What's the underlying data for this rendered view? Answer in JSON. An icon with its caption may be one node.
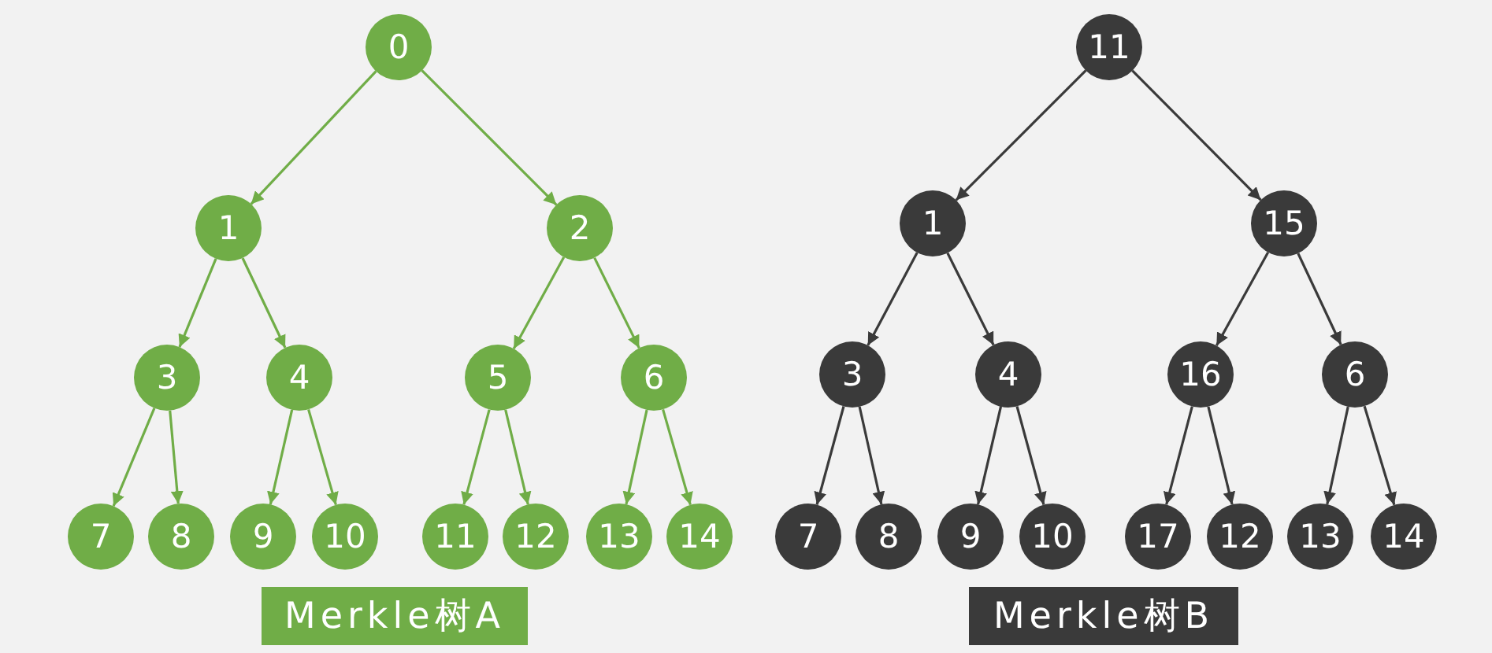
{
  "diagram": {
    "nodes": [
      {
        "text": [
          "0"
        ]
      },
      {
        "text": [
          "1"
        ]
      },
      {
        "text": [
          "2"
        ]
      },
      {
        "text": [
          "3"
        ]
      },
      {
        "text": [
          "4"
        ]
      },
      {
        "text": [
          "5"
        ]
      },
      {
        "text": [
          "6"
        ]
      },
      {
        "text": [
          "7"
        ]
      },
      {
        "text": [
          "8"
        ]
      },
      {
        "text": [
          "9"
        ]
      },
      {
        "text": [
          "10"
        ]
      },
      {
        "text": [
          "11"
        ]
      },
      {
        "text": [
          "12"
        ]
      },
      {
        "text": [
          "13"
        ]
      },
      {
        "text": [
          "14"
        ]
      },
      {
        "text": [
          "11"
        ]
      },
      {
        "text": [
          "1"
        ]
      },
      {
        "text": [
          "15"
        ]
      },
      {
        "text": [
          "3"
        ]
      },
      {
        "text": [
          "4"
        ]
      },
      {
        "text": [
          "16"
        ]
      },
      {
        "text": [
          "6"
        ]
      },
      {
        "text": [
          "7"
        ]
      },
      {
        "text": [
          "8"
        ]
      },
      {
        "text": [
          "9"
        ]
      },
      {
        "text": [
          "10"
        ]
      },
      {
        "text": [
          "17"
        ]
      },
      {
        "text": [
          "12"
        ]
      },
      {
        "text": [
          "13"
        ]
      },
      {
        "text": [
          "14"
        ]
      },
      {
        "text": [
          "Merkle树A"
        ]
      },
      {
        "text": [
          "Merkle树B"
        ]
      }
    ],
    "edges": [
      {
        "from": 0,
        "to": 1,
        "arrow": "to"
      },
      {
        "from": 0,
        "to": 2,
        "arrow": "to"
      },
      {
        "from": 1,
        "to": 3,
        "arrow": "to"
      },
      {
        "from": 1,
        "to": 4,
        "arrow": "to"
      },
      {
        "from": 2,
        "to": 5,
        "arrow": "to"
      },
      {
        "from": 2,
        "to": 6,
        "arrow": "to"
      },
      {
        "from": 3,
        "to": 7,
        "arrow": "to"
      },
      {
        "from": 3,
        "to": 8,
        "arrow": "to"
      },
      {
        "from": 4,
        "to": 9,
        "arrow": "to"
      },
      {
        "from": 4,
        "to": 10,
        "arrow": "to"
      },
      {
        "from": 5,
        "to": 11,
        "arrow": "to"
      },
      {
        "from": 5,
        "to": 12,
        "arrow": "to"
      },
      {
        "from": 6,
        "to": 13,
        "arrow": "to"
      },
      {
        "from": 6,
        "to": 14,
        "arrow": "to"
      },
      {
        "from": 15,
        "to": 16,
        "arrow": "to",
        "color": "#3a3a3a"
      },
      {
        "from": 15,
        "to": 17,
        "arrow": "to",
        "color": "#3a3a3a"
      },
      {
        "from": 16,
        "to": 18,
        "arrow": "to",
        "color": "#3a3a3a"
      },
      {
        "from": 16,
        "to": 19,
        "arrow": "to",
        "color": "#3a3a3a"
      },
      {
        "from": 17,
        "to": 20,
        "arrow": "to",
        "color": "#3a3a3a"
      },
      {
        "from": 17,
        "to": 21,
        "arrow": "to",
        "color": "#3a3a3a"
      },
      {
        "from": 18,
        "to": 22,
        "arrow": "to",
        "color": "#3a3a3a"
      },
      {
        "from": 18,
        "to": 23,
        "arrow": "to",
        "color": "#3a3a3a"
      },
      {
        "from": 19,
        "to": 24,
        "arrow": "to",
        "color": "#3a3a3a"
      },
      {
        "from": 19,
        "to": 25,
        "arrow": "to",
        "color": "#3a3a3a"
      },
      {
        "from": 20,
        "to": 26,
        "arrow": "to",
        "color": "#3a3a3a"
      },
      {
        "from": 20,
        "to": 27,
        "arrow": "to",
        "color": "#3a3a3a"
      },
      {
        "from": 21,
        "to": 28,
        "arrow": "to",
        "color": "#3a3a3a"
      },
      {
        "from": 21,
        "to": 29,
        "arrow": "to",
        "color": "#3a3a3a"
      }
    ]
  }
}
